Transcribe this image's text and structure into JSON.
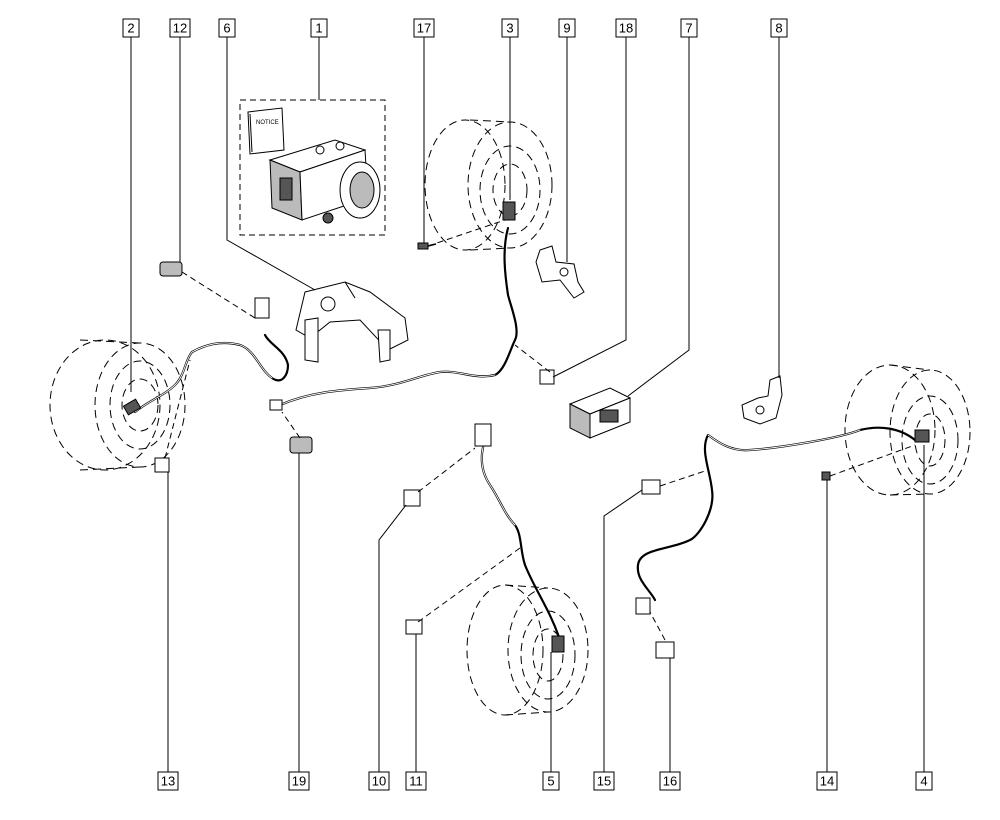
{
  "callouts": {
    "c1": "1",
    "c2": "2",
    "c3": "3",
    "c4": "4",
    "c5": "5",
    "c6": "6",
    "c7": "7",
    "c8": "8",
    "c9": "9",
    "c10": "10",
    "c11": "11",
    "c12": "12",
    "c13": "13",
    "c14": "14",
    "c15": "15",
    "c16": "16",
    "c17": "17",
    "c18": "18",
    "c19": "19"
  },
  "notice_label": "NOTICE"
}
